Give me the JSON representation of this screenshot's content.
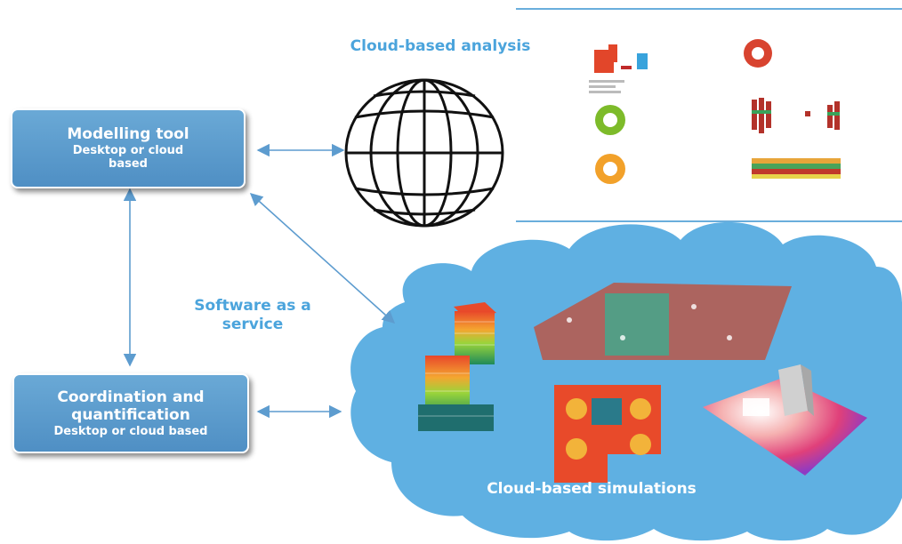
{
  "modelling_box": {
    "title": "Modelling tool",
    "subtitle": "Desktop or cloud based"
  },
  "coordination_box": {
    "title_line1": "Coordination and",
    "title_line2": "quantification",
    "subtitle": "Desktop or cloud based"
  },
  "labels": {
    "cloud_analysis": "Cloud-based analysis",
    "saas_line1": "Software as a",
    "saas_line2": "service",
    "cloud_simulations": "Cloud-based simulations"
  },
  "colors": {
    "box_fill": "#5b9bd0",
    "label_blue": "#4ba4dc",
    "cloud_fill": "#5fb0e2",
    "arrow": "#5d9ccf"
  }
}
